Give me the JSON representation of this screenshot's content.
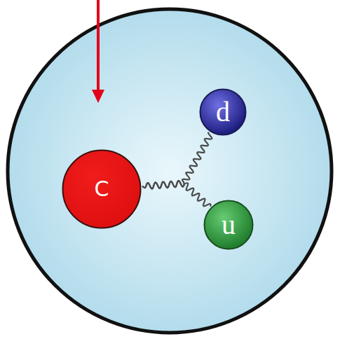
{
  "diagram": {
    "nodes": [
      {
        "text": [
          "d"
        ]
      },
      {
        "text": [
          "C"
        ]
      },
      {
        "text": [
          "u"
        ]
      }
    ],
    "edges": [
      {
        "from": 1,
        "to": 0,
        "arrow": "none"
      },
      {
        "from": 1,
        "to": 2,
        "arrow": "none"
      }
    ]
  }
}
